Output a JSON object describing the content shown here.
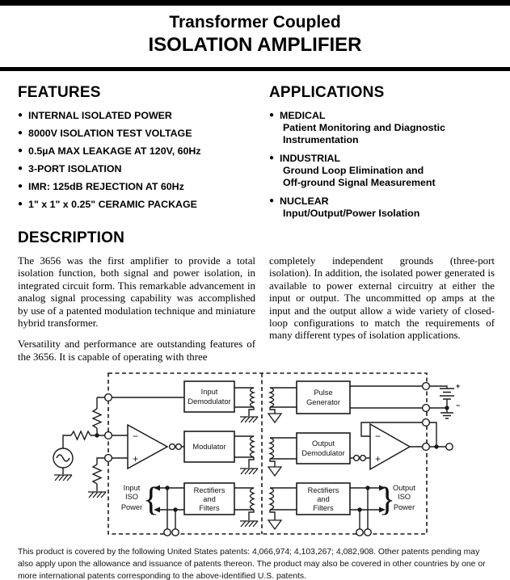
{
  "glyphs": {
    "bullet": "●"
  },
  "header": {
    "title_line1": "Transformer Coupled",
    "title_line2": "ISOLATION AMPLIFIER"
  },
  "features": {
    "heading": "FEATURES",
    "items": [
      "INTERNAL ISOLATED POWER",
      "8000V ISOLATION TEST VOLTAGE",
      "0.5µA MAX LEAKAGE AT 120V, 60Hz",
      "3-PORT ISOLATION",
      "IMR: 125dB REJECTION AT 60Hz",
      "1\" x 1\" x 0.25\" CERAMIC PACKAGE"
    ]
  },
  "applications": {
    "heading": "APPLICATIONS",
    "items": [
      {
        "name": "MEDICAL",
        "details": [
          "Patient Monitoring and Diagnostic",
          "Instrumentation"
        ]
      },
      {
        "name": "INDUSTRIAL",
        "details": [
          "Ground Loop Elimination and",
          "Off-ground Signal Measurement"
        ]
      },
      {
        "name": "NUCLEAR",
        "details": [
          "Input/Output/Power Isolation"
        ]
      }
    ]
  },
  "description": {
    "heading": "DESCRIPTION",
    "col1_para1": "The 3656 was the first amplifier to provide a total isolation function, both signal and power isolation, in integrated circuit form. This remarkable advancement in analog signal processing capability was accomplished by use of a patented modulation technique and miniature hybrid transformer.",
    "col1_para2": "Versatility and performance are outstanding features of the 3656. It is capable of operating with three",
    "col2_para1": "completely independent grounds (three-port isolation). In addition, the isolated power generated is available to power external circuitry at either the input or output. The uncommitted op amps at the input and the output allow a wide variety of closed-loop configurations to match the requirements of many different types of isolation applications."
  },
  "diagram": {
    "blocks": {
      "input_demodulator": [
        "Input",
        "Demodulator"
      ],
      "modulator": [
        "Modulator"
      ],
      "rectifiers_left": [
        "Rectifiers",
        "and",
        "Filters"
      ],
      "pulse_generator": [
        "Pulse",
        "Generator"
      ],
      "output_demodulator": [
        "Output",
        "Demodulator"
      ],
      "rectifiers_right": [
        "Rectifiers",
        "and",
        "Filters"
      ]
    },
    "labels": {
      "input_iso": [
        "Input",
        "ISO",
        "Power"
      ],
      "output_iso": [
        "Output",
        "ISO",
        "Power"
      ],
      "opamp_minus": "−",
      "opamp_plus": "+",
      "battery_plus": "+",
      "battery_minus": "−",
      "brace_left": "{",
      "brace_right": "}"
    }
  },
  "footer": {
    "text": "This product is covered by the following United States patents: 4,066,974; 4,103,267; 4,082,908. Other patents pending may also apply upon the allowance and issuance of patents thereon. The product may also be covered in other countries by one or more international patents corresponding to the above-identified U.S. patents."
  }
}
